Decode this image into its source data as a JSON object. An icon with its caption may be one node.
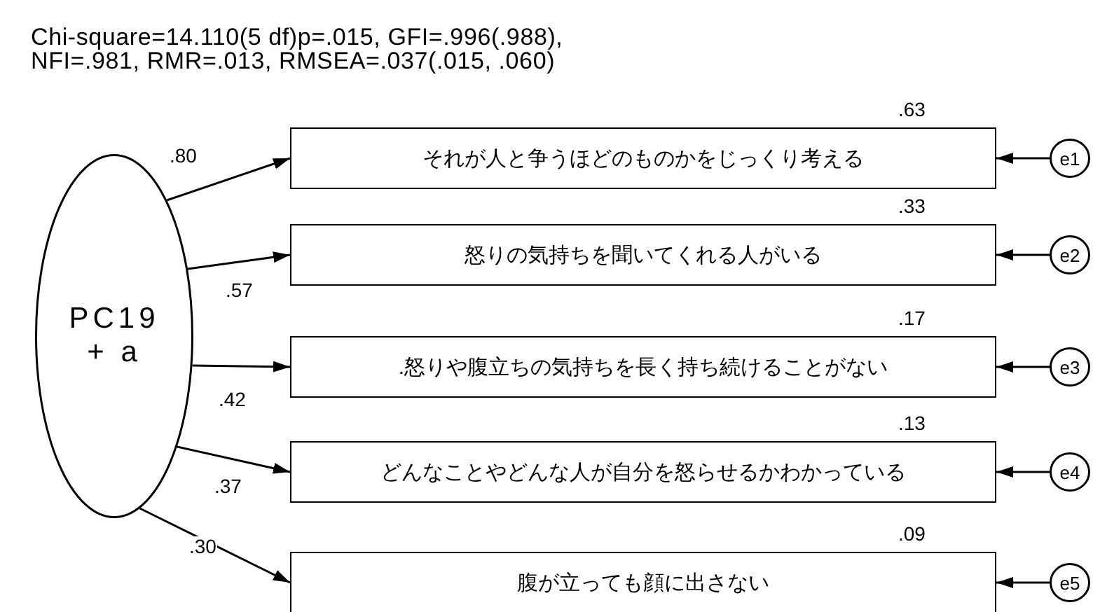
{
  "diagram": {
    "title": "Chi-square=14.110(5 df)p=.015, GFI=.996(.988), NFI=.981, RMR=.013, RMSEA=.037(.015, .060)",
    "nodes": [
      {
        "text": [
          "PC19 + a"
        ]
      },
      {
        "text": [
          "それが人と争うほどのものかをじっくり考える"
        ],
        "beside": [
          ".63"
        ]
      },
      {
        "text": [
          "怒りの気持ちを聞いてくれる人がいる"
        ],
        "beside": [
          ".33"
        ]
      },
      {
        "text": [
          ".怒りや腹立ちの気持ちを長く持ち続けることがない"
        ],
        "beside": [
          ".17"
        ]
      },
      {
        "text": [
          "どんなことやどんな人が自分を怒らせるかわかっている"
        ],
        "beside": [
          ".13"
        ]
      },
      {
        "text": [
          "腹が立っても顔に出さない"
        ],
        "beside": [
          ".09"
        ]
      },
      {
        "text": [
          "e1"
        ]
      },
      {
        "text": [
          "e2"
        ]
      },
      {
        "text": [
          "e3"
        ]
      },
      {
        "text": [
          "e4"
        ]
      },
      {
        "text": [
          "e5"
        ]
      }
    ],
    "edges": [
      {
        "from": 0,
        "to": 1,
        "arrow": "to",
        "label": ".80"
      },
      {
        "from": 0,
        "to": 2,
        "arrow": "to",
        "label": ".57"
      },
      {
        "from": 0,
        "to": 3,
        "arrow": "to",
        "label": ".42"
      },
      {
        "from": 0,
        "to": 4,
        "arrow": "to",
        "label": ".37"
      },
      {
        "from": 0,
        "to": 5,
        "arrow": "to",
        "label": ".30"
      },
      {
        "from": 6,
        "to": 1,
        "arrow": "to"
      },
      {
        "from": 7,
        "to": 2,
        "arrow": "to"
      },
      {
        "from": 8,
        "to": 3,
        "arrow": "to"
      },
      {
        "from": 9,
        "to": 4,
        "arrow": "to"
      },
      {
        "from": 10,
        "to": 5,
        "arrow": "to"
      }
    ]
  }
}
